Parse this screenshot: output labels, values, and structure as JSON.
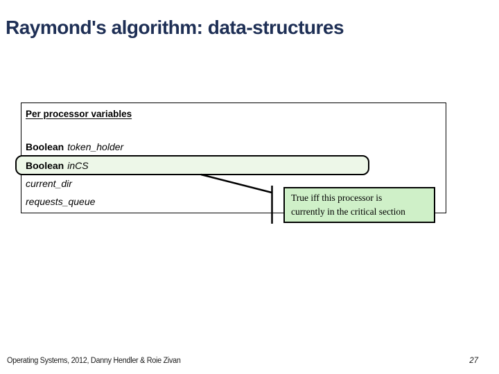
{
  "slide": {
    "title": "Raymond's algorithm: data-structures",
    "variables_box": {
      "heading": "Per processor variables",
      "items": [
        {
          "keyword": "Boolean",
          "name": "token_holder",
          "highlighted": false
        },
        {
          "keyword": "Boolean",
          "name": "inCS",
          "highlighted": true
        },
        {
          "name": "current_dir",
          "highlighted": false
        },
        {
          "name": "requests_queue",
          "highlighted": false
        }
      ]
    },
    "callout": {
      "lines": [
        "True iff this processor is",
        "currently in the critical section"
      ]
    },
    "footer": {
      "credits": "Operating Systems, 2012, Danny Hendler & Roie Zivan",
      "page_number": "27"
    },
    "colors": {
      "title": "#1e2f55",
      "border": "#000000",
      "highlight_fill": "#edf7e8",
      "callout_fill": "#cff0c8"
    }
  }
}
